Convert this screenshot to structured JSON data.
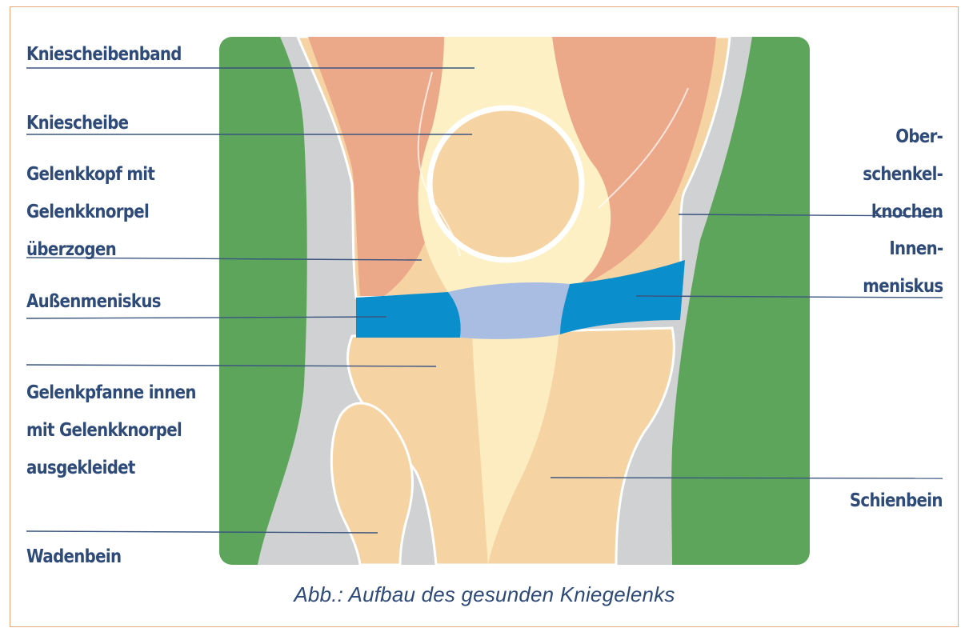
{
  "labels": {
    "kniescheibenband": "Kniescheibenband",
    "kniescheibe": "Kniescheibe",
    "gelenkkopf": [
      "Gelenkkopf mit",
      "Gelenkknorpel",
      "überzogen"
    ],
    "aussenmeniskus": "Außenmeniskus",
    "gelenkpfanne": [
      "Gelenkpfanne innen",
      "mit Gelenkknorpel",
      "ausgekleidet"
    ],
    "wadenbein": "Wadenbein",
    "oberschenkelknochen": [
      "Ober-",
      "schenkel-",
      "knochen"
    ],
    "innenmeniskus": [
      "Innen-",
      "meniskus"
    ],
    "schienbein": "Schienbein"
  },
  "caption": "Abb.: Aufbau des gesunden Kniegelenks",
  "colors": {
    "muscle_green": "#5da55b",
    "skin_gray": "#cfd1d3",
    "bone_peach": "#f6d3a3",
    "muscle_salmon": "#eca98a",
    "tendon_yellow": "#fdf0c4",
    "meniscus_blue": "#0a8fcc",
    "cartilage_lavender": "#a9bde3",
    "leader_line": "#3a5580",
    "frame_border": "#e9a87a"
  }
}
